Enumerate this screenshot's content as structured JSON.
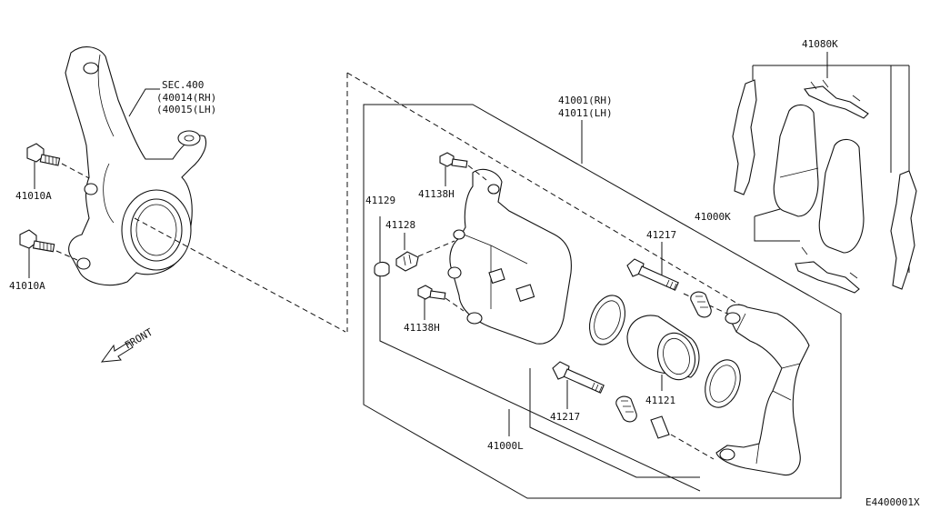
{
  "labels": {
    "sec_title": "SEC.400",
    "sec_rh": "(40014(RH)",
    "sec_lh": "(40015(LH)",
    "bolt_upper": "41010A",
    "bolt_lower": "41010A",
    "front": "FRONT",
    "caliper_rh": "41001(RH)",
    "caliper_lh": "41011(LH)",
    "bleeder_cap": "41129",
    "bleeder": "41128",
    "bolt_41138_top": "41138H",
    "bolt_41138_bottom": "41138H",
    "pin_top": "41217",
    "pin_bottom": "41217",
    "piston": "41121",
    "assembly": "41000L",
    "pad_kit": "41080K",
    "pads": "41000K",
    "diagram_code": "E4400001X"
  }
}
